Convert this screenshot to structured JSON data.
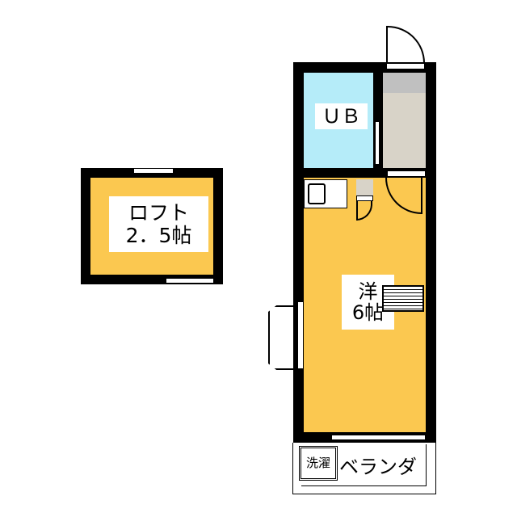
{
  "colors": {
    "room": "#fbc850",
    "bath": "#b5ecf9",
    "hall": "#d8d3c8",
    "entry": "#c0c0c0"
  },
  "rooms": {
    "loft": {
      "name": "ロフト",
      "size": "2．5帖"
    },
    "bath": {
      "name": "ＵＢ"
    },
    "western": {
      "name": "洋",
      "size": "6帖"
    },
    "laundry": {
      "name": "洗濯"
    },
    "balcony": {
      "name": "ベランダ"
    }
  }
}
